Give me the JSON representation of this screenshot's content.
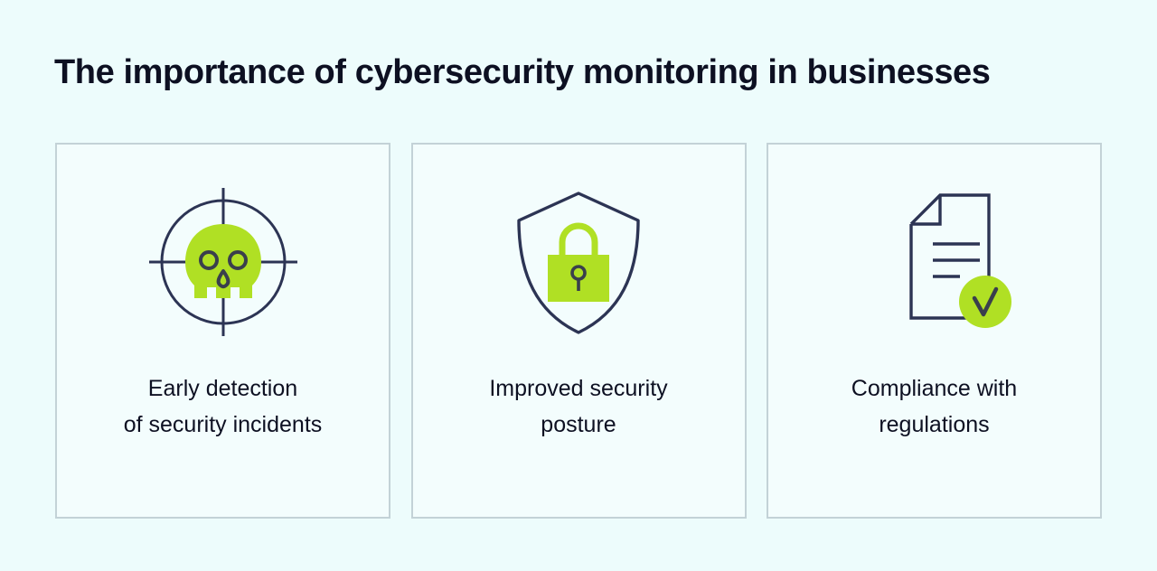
{
  "page": {
    "background_color": "#edfcfc",
    "title": "The importance of cybersecurity monitoring in businesses"
  },
  "theme": {
    "accent_green": "#b0e024",
    "ink_navy": "#2c3454",
    "text_dark": "#0d1022",
    "card_border": "#c3d2d7",
    "card_fill": "#f3fdfd"
  },
  "cards": [
    {
      "id": "early-detection",
      "icon": "crosshair-skull-icon",
      "label": "Early detection\nof security incidents"
    },
    {
      "id": "improved-security-posture",
      "icon": "shield-padlock-icon",
      "label": "Improved security\nposture"
    },
    {
      "id": "compliance-with-regulations",
      "icon": "document-check-icon",
      "label": "Compliance with\nregulations"
    }
  ]
}
